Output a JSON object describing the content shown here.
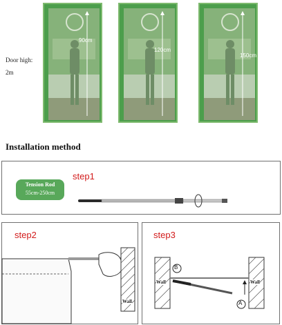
{
  "door_section": {
    "door_high_label": "Door high:",
    "door_high_value": "2m",
    "doors": [
      {
        "height_label": "90cm"
      },
      {
        "height_label": "120cm"
      },
      {
        "height_label": "150cm"
      }
    ]
  },
  "install": {
    "title": "Installation method",
    "step1": {
      "label": "step1",
      "rod_name": "Tension Rod",
      "rod_range": "55cm-250cm"
    },
    "step2": {
      "label": "step2",
      "wall_label": "Wall"
    },
    "step3": {
      "label": "step3",
      "left_wall_label": "Wall",
      "right_wall_label": "Wall",
      "marker_b": "B",
      "marker_a": "A"
    }
  },
  "colors": {
    "frame_green": "#4c9e4c",
    "step_red": "#d21a1a",
    "badge_green": "#58a85a"
  }
}
